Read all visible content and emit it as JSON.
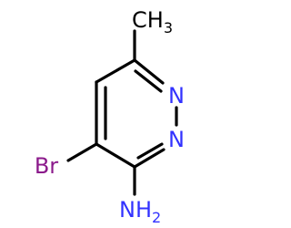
{
  "molecule": {
    "atoms": {
      "methyl": {
        "main": "CH",
        "sub": "3"
      },
      "n1": {
        "label": "N"
      },
      "n2": {
        "label": "N"
      },
      "bromine": {
        "label": "Br"
      },
      "amine": {
        "main": "NH",
        "sub": "2"
      }
    },
    "colors": {
      "bond": "#000000",
      "nitrogen": "#3232ff",
      "bromine": "#8b1a8b",
      "carbon": "#000000"
    }
  }
}
